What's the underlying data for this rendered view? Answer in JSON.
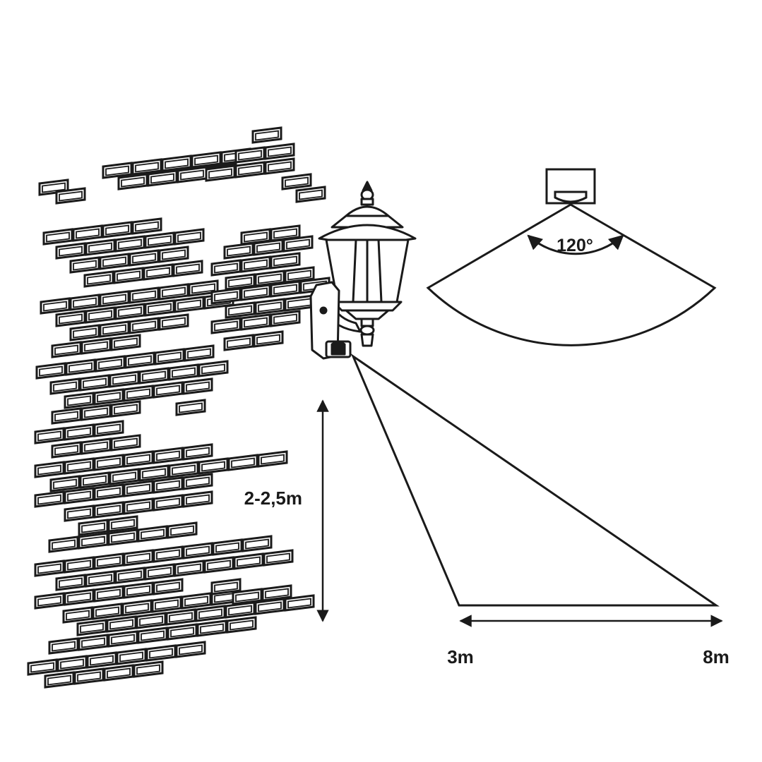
{
  "labels": {
    "mount_height": "2-2,5m",
    "detection_angle": "120°",
    "min_range": "3m",
    "max_range": "8m"
  },
  "colors": {
    "stroke": "#1a1a1a",
    "background": "#ffffff"
  },
  "icons": [
    "brick-wall",
    "wall-lantern",
    "pir-sensor",
    "detection-zone",
    "dimension-arrow"
  ]
}
